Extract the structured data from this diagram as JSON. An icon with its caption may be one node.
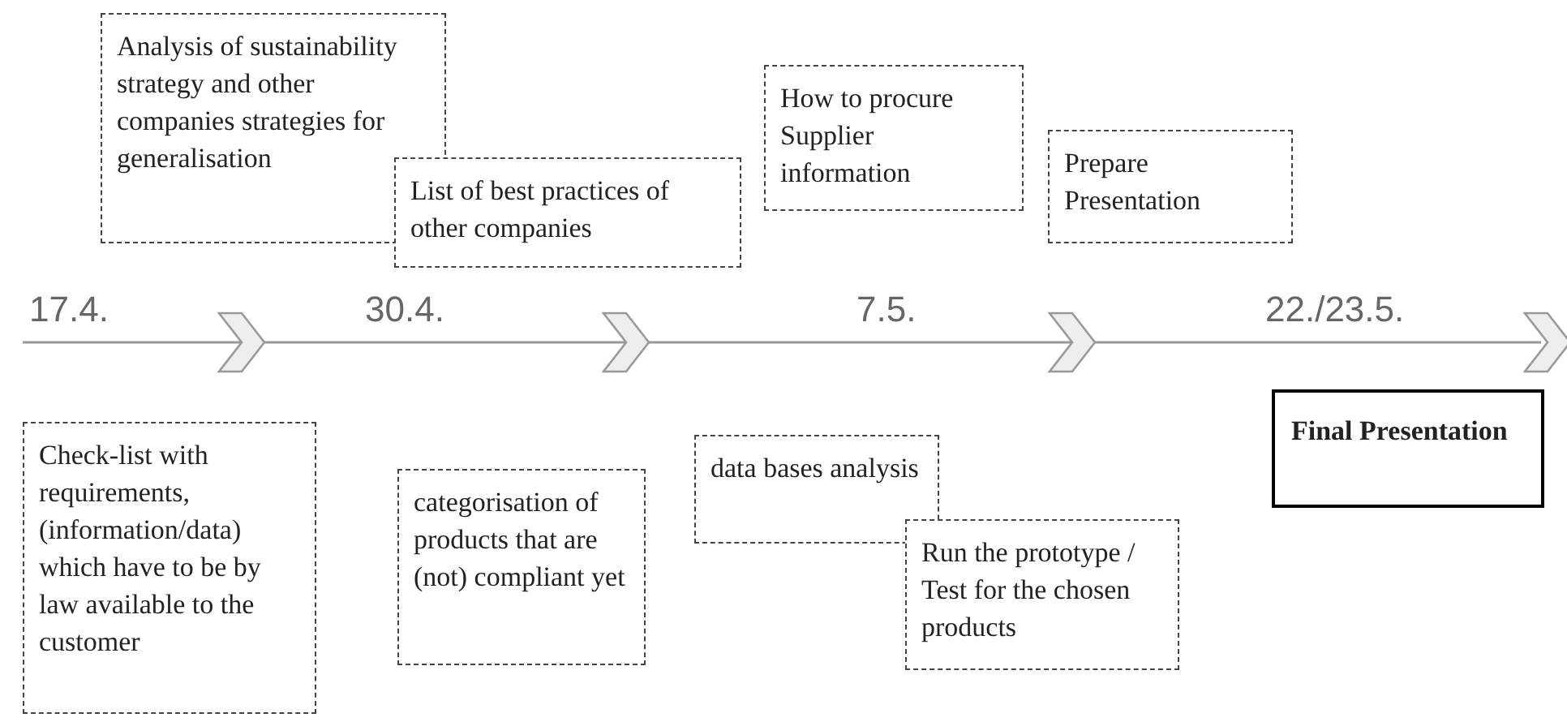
{
  "diagram": {
    "nodes": [
      {
        "text": [
          "Analysis of sustainability strategy and other companies strategies for generalisation"
        ]
      },
      {
        "text": [
          "List of best practices of other companies"
        ]
      },
      {
        "text": [
          "How to procure Supplier information"
        ]
      },
      {
        "text": [
          "Prepare Presentation"
        ]
      },
      {
        "text": [
          "Check-list with requirements, (information/data) which have to be by law available to the customer"
        ]
      },
      {
        "text": [
          "categorisation of products that are (not) compliant yet"
        ]
      },
      {
        "text": [
          "data bases analysis"
        ]
      },
      {
        "text": [
          "Run the prototype / Test for the chosen products"
        ]
      },
      {
        "text": [
          "Final Presentation"
        ]
      }
    ],
    "labels": [
      "17.4.",
      "30.4.",
      "7.5.",
      "22./23.5."
    ]
  }
}
